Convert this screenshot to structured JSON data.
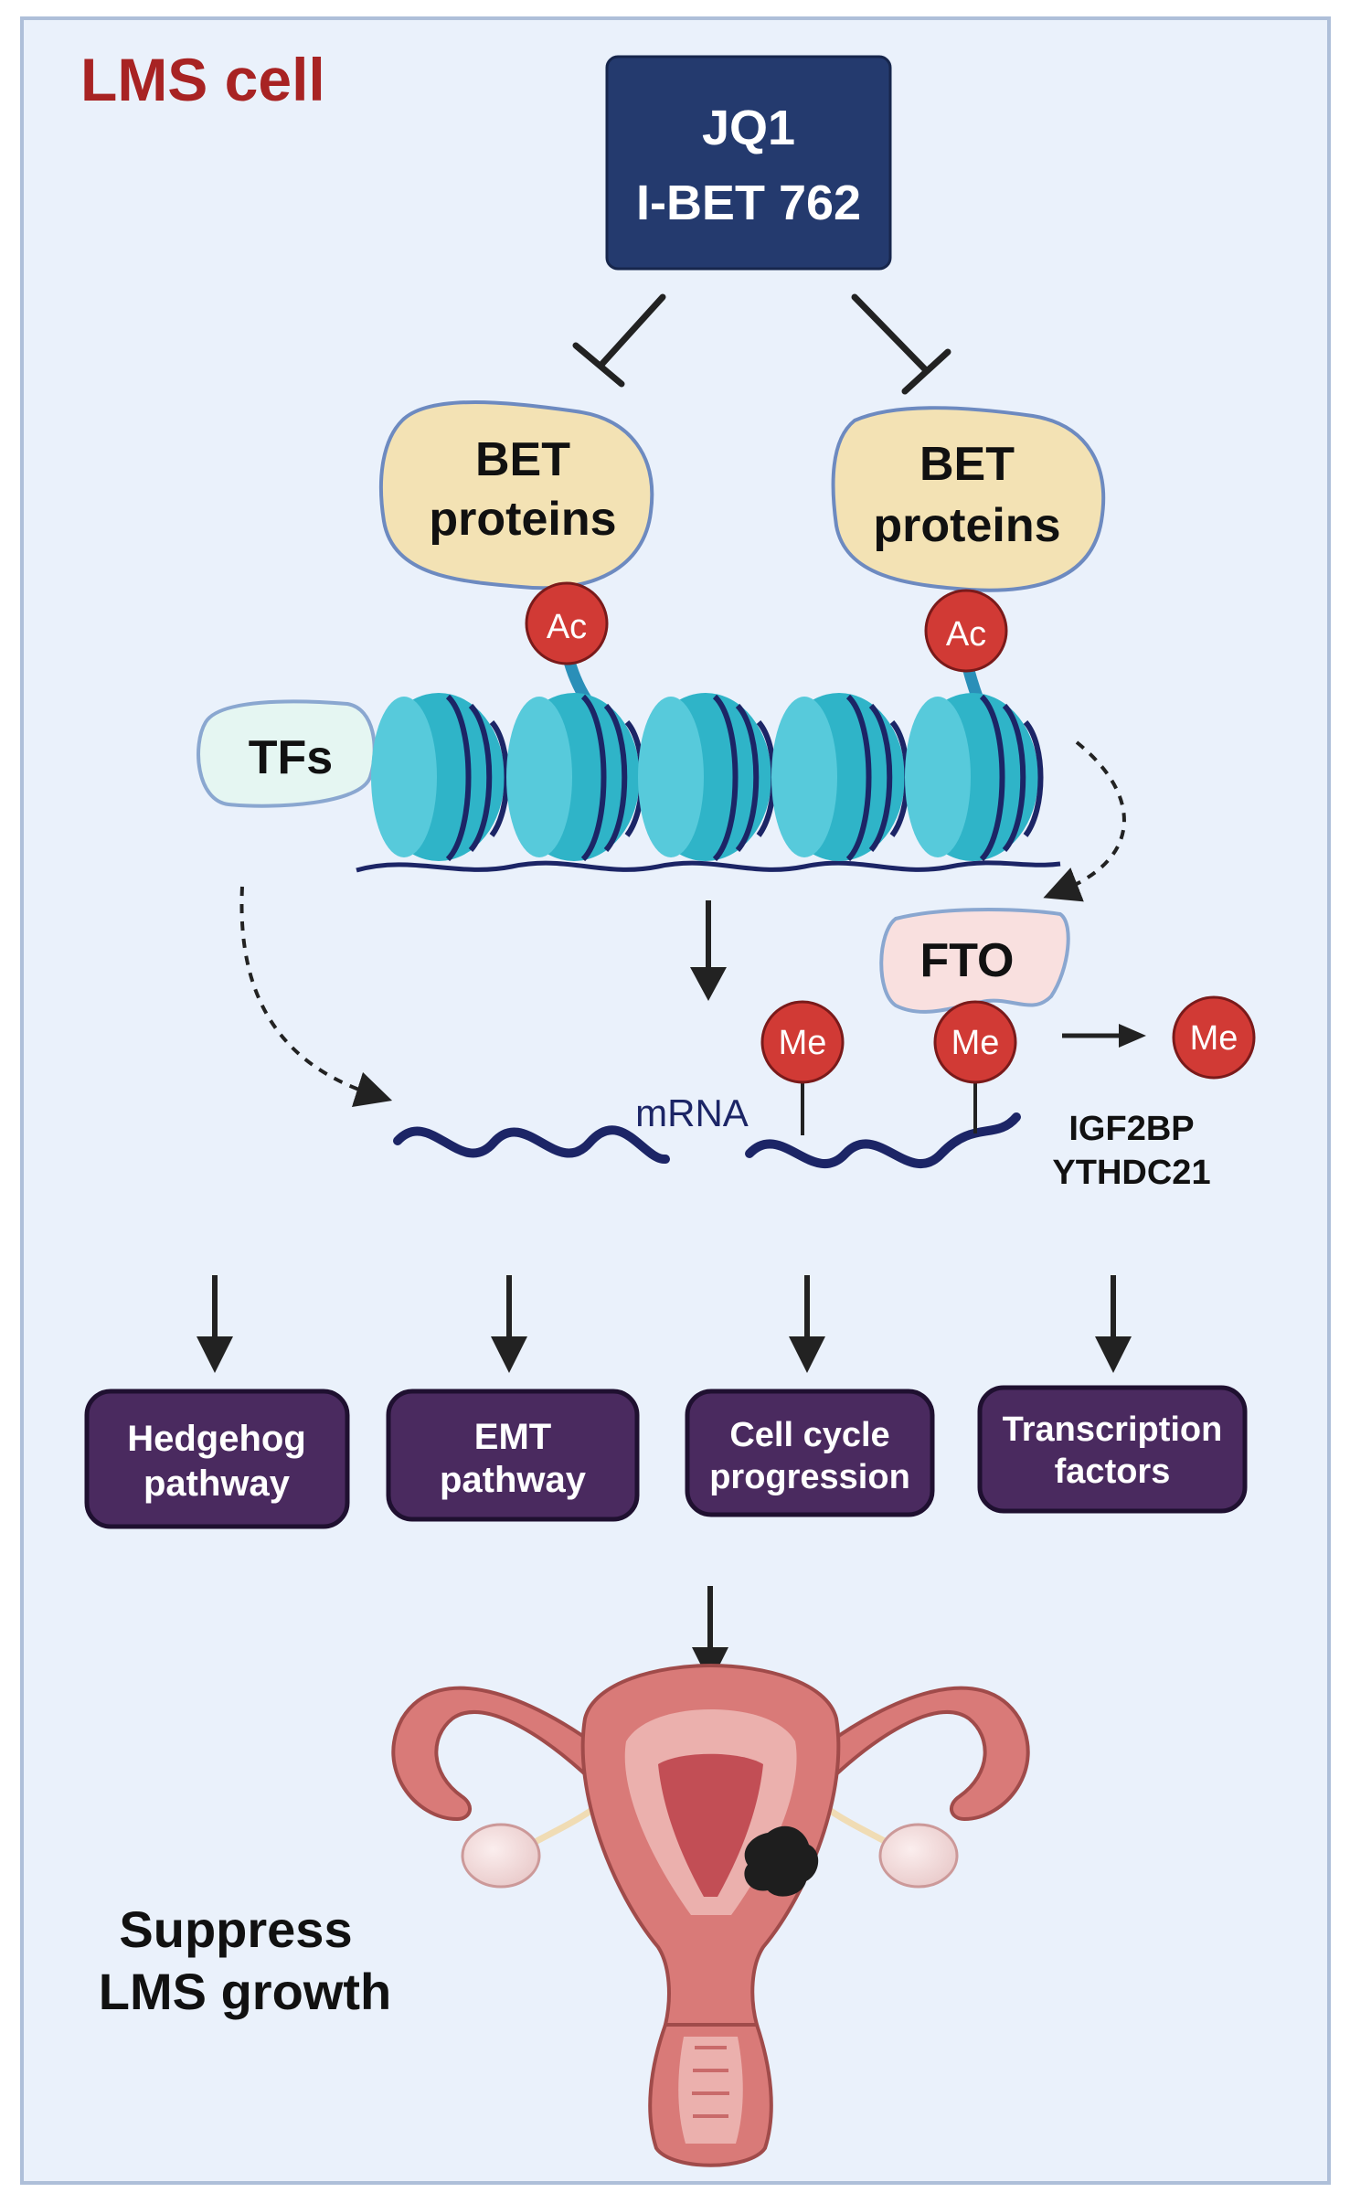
{
  "title": "LMS cell",
  "drug_box": {
    "line1": "JQ1",
    "line2": "I-BET 762"
  },
  "bet_left": {
    "line1": "BET",
    "line2": "proteins"
  },
  "bet_right": {
    "line1": "BET",
    "line2": "proteins"
  },
  "ac_label": "Ac",
  "tfs_label": "TFs",
  "fto_label": "FTO",
  "me_label": "Me",
  "mrna_label": "mRNA",
  "readers": {
    "line1": "IGF2BP",
    "line2": "YTHDC21"
  },
  "outcomes": [
    {
      "line1": "Hedgehog",
      "line2": "pathway"
    },
    {
      "line1": "EMT",
      "line2": "pathway"
    },
    {
      "line1": "Cell cycle",
      "line2": "progression"
    },
    {
      "line1": "Transcription",
      "line2": "factors"
    }
  ],
  "result": {
    "line1": "Suppress",
    "line2": "LMS growth"
  },
  "colors": {
    "panel_bg": "#eaf1fb",
    "panel_border": "#aebfd9",
    "title": "#a82323",
    "drug_box": "#243a6e",
    "bet_fill": "#f3e2b4",
    "nucleosome": "#2fb4c8",
    "dna": "#1c2566",
    "mark_red": "#d13a35",
    "outcome_box": "#4a2a5f",
    "fto_fill": "#f9e0df",
    "tfs_fill": "#e5f6f2",
    "uterus": "#d97a78"
  }
}
